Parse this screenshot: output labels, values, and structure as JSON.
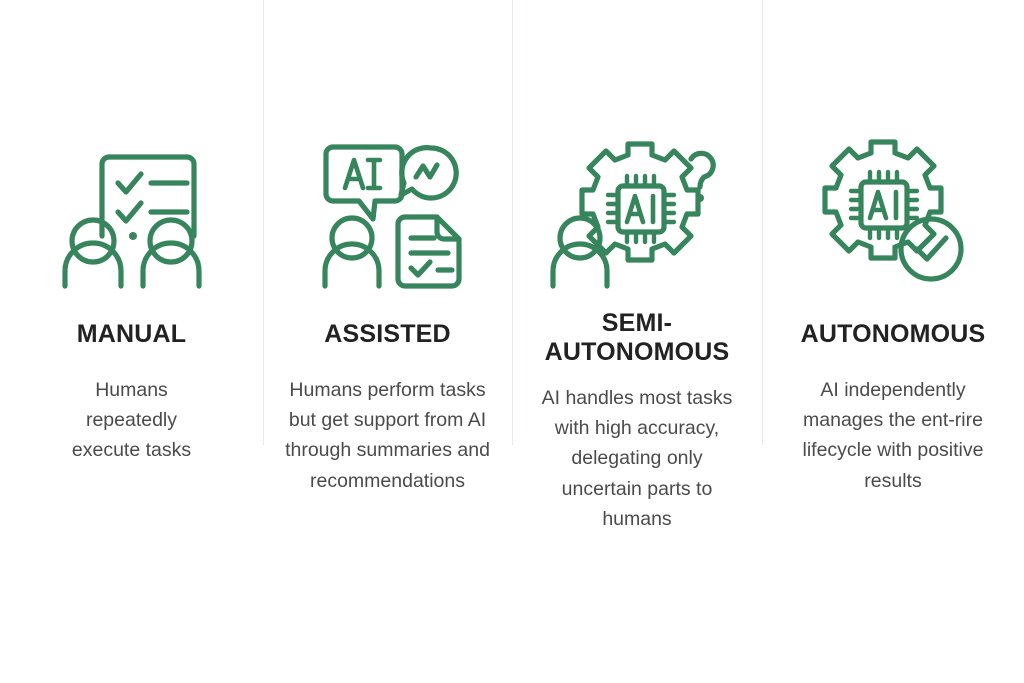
{
  "theme": {
    "background": "#ffffff",
    "accent_green": "#36855c",
    "title_color": "#222222",
    "body_color": "#4b4b4b",
    "divider_color": "#e4eae7"
  },
  "stages": [
    {
      "id": "manual",
      "title": "MANUAL",
      "description": "Humans repeatedly execute tasks",
      "icon": "two-people-checklist-board-icon"
    },
    {
      "id": "assisted",
      "title": "ASSISTED",
      "description": "Humans perform tasks but get support from AI through summaries and recommendations",
      "icon": "person-ai-chat-bubble-document-icon"
    },
    {
      "id": "semi-autonomous",
      "title": "SEMI-AUTONOMOUS",
      "description": "AI handles most tasks with high accuracy, delegating only uncertain parts to humans",
      "icon": "person-ai-gear-question-mark-icon"
    },
    {
      "id": "autonomous",
      "title": "AUTONOMOUS",
      "description": "AI independently manages the ent-rire lifecycle with positive results",
      "icon": "ai-gear-check-circle-icon"
    }
  ],
  "icon_labels": {
    "ai_chip": "AI",
    "ai_bubble": "AI"
  }
}
